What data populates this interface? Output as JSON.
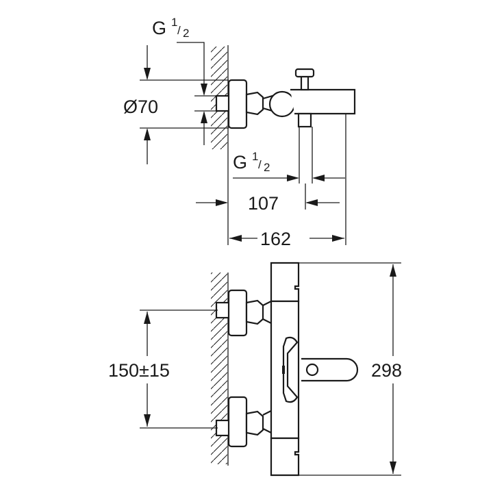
{
  "dimensions": {
    "thread_top": {
      "main": "G",
      "sup": "1",
      "sub": "2"
    },
    "thread_outlet": {
      "main": "G",
      "sup": "1",
      "sub": "2"
    },
    "diameter": "Ø70",
    "outlet_offset": "107",
    "projection": "162",
    "inlet_spacing": "150±15",
    "height": "298"
  },
  "colors": {
    "line": "#1a1a1a",
    "background": "#ffffff"
  }
}
